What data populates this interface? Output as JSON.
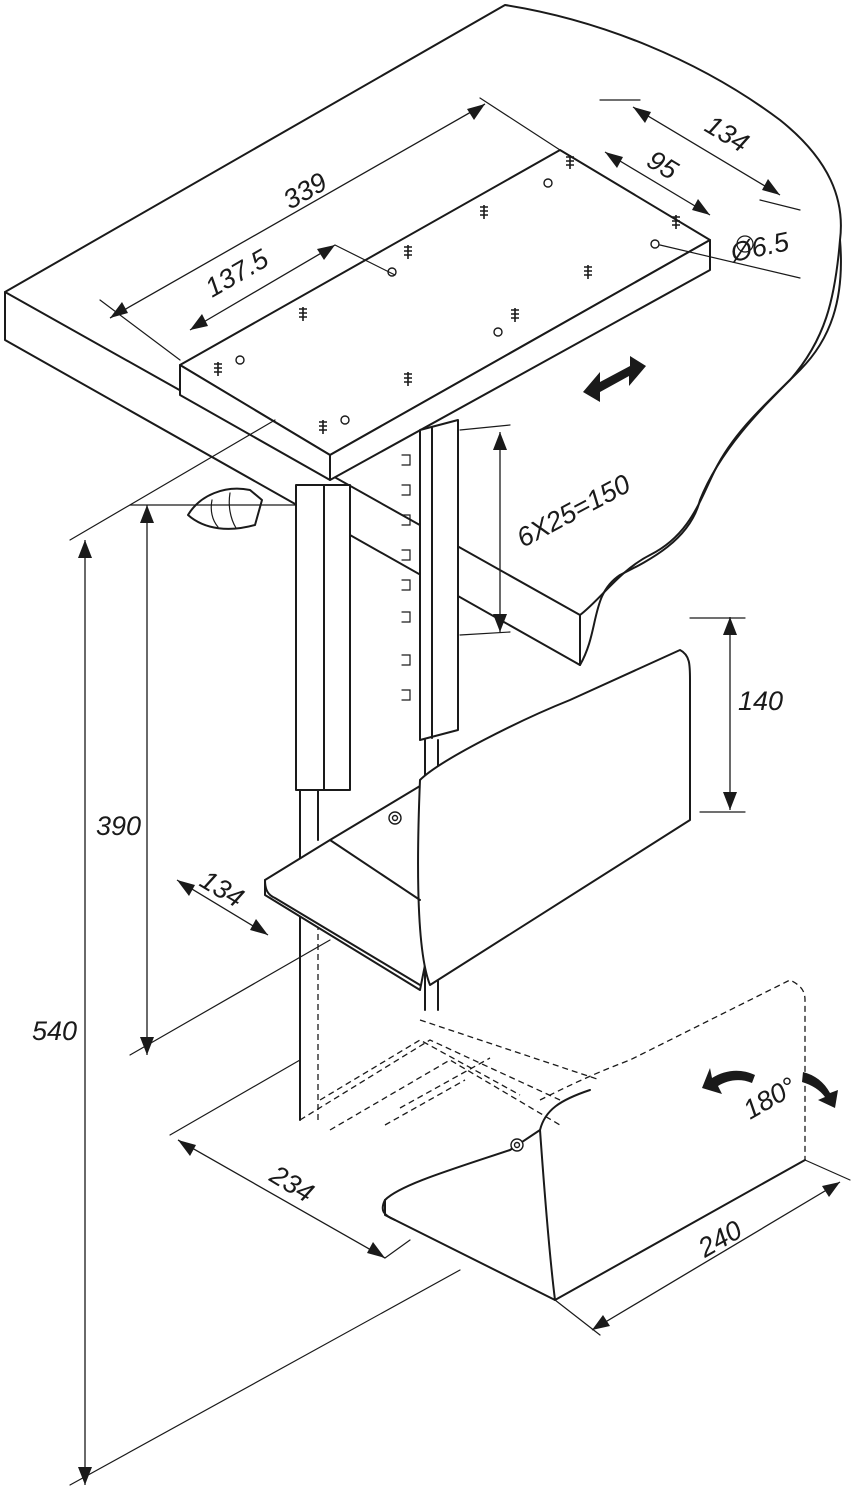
{
  "dimensions": {
    "plate_length": "339",
    "plate_width": "134",
    "hole_spacing_length": "137.5",
    "hole_spacing_width": "95",
    "hole_diameter": "Ø6.5",
    "adjustment_steps": "6X25=150",
    "side_height": "140",
    "min_height": "390",
    "max_height": "540",
    "min_width": "134",
    "max_width": "234",
    "depth": "240",
    "rotation": "180°"
  },
  "icons": {
    "slide": "double-arrow-icon",
    "rotate": "rotate-arrows-icon",
    "knob": "adjustment-knob-icon"
  }
}
